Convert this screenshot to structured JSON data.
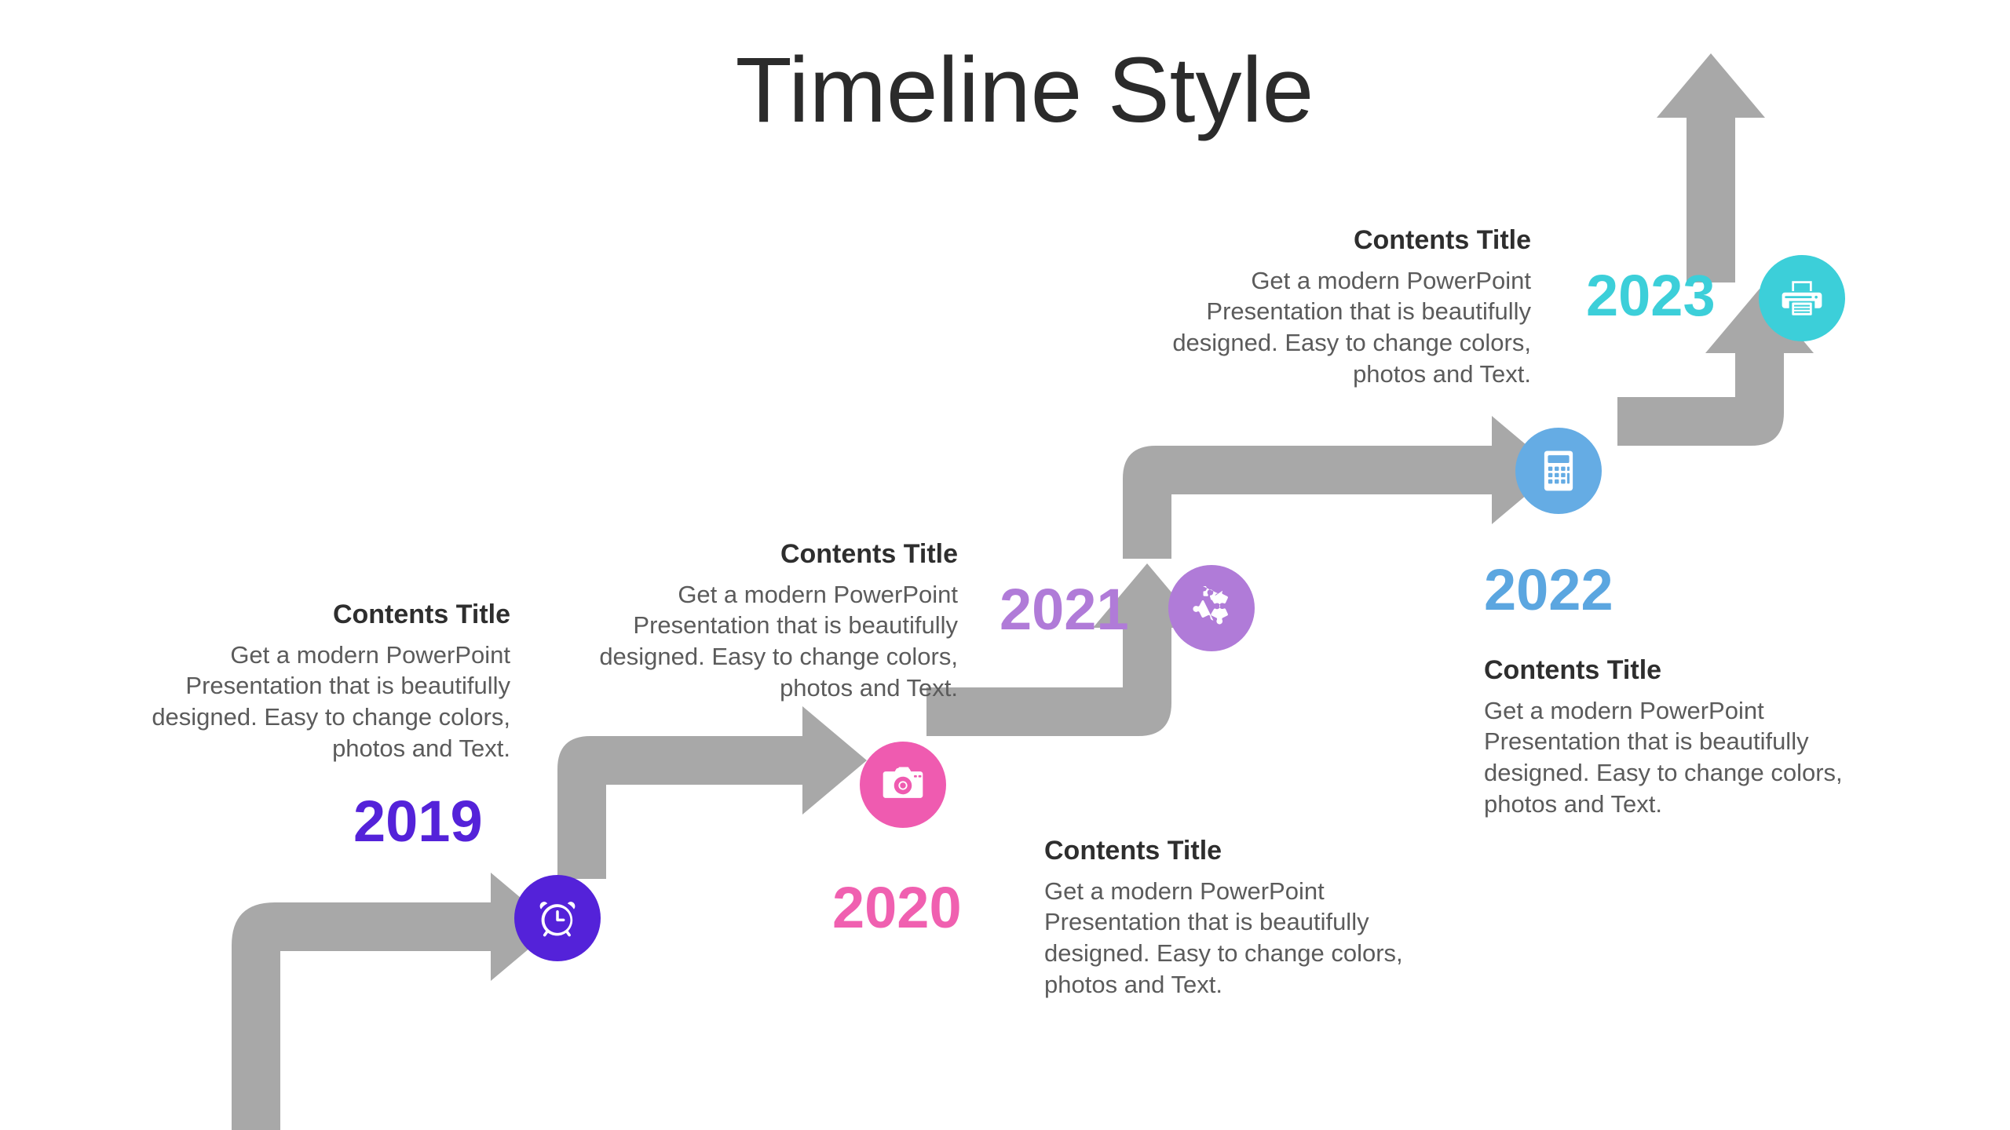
{
  "slide": {
    "title": "Timeline Style",
    "background_color": "#ffffff",
    "connector_color": "#a8a8a8"
  },
  "milestones": [
    {
      "year": "2019",
      "year_color": "#5422d9",
      "circle_color": "#5422d9",
      "icon": "alarm-clock-icon",
      "title": "Contents Title",
      "body": "Get a modern PowerPoint Presentation that is beautifully designed. Easy to change colors, photos and Text.",
      "align": "right"
    },
    {
      "year": "2020",
      "year_color": "#f060b0",
      "circle_color": "#ef5bb0",
      "icon": "camera-icon",
      "title": "Contents Title",
      "body": "Get a modern PowerPoint Presentation that is beautifully designed. Easy to change colors, photos and Text.",
      "align": "left"
    },
    {
      "year": "2021",
      "year_color": "#b07bd8",
      "circle_color": "#b07bd8",
      "icon": "puzzle-piece-icon",
      "title": "Contents Title",
      "body": "Get a modern PowerPoint Presentation that is beautifully designed. Easy to change colors, photos and Text.",
      "align": "right"
    },
    {
      "year": "2022",
      "year_color": "#5ba6e0",
      "circle_color": "#65ace4",
      "icon": "calculator-icon",
      "title": "Contents Title",
      "body": "Get a modern PowerPoint Presentation that is beautifully designed. Easy to change colors, photos and Text.",
      "align": "left"
    },
    {
      "year": "2023",
      "year_color": "#3ccfd9",
      "circle_color": "#3ccfd9",
      "icon": "printer-icon",
      "title": "Contents Title",
      "body": "Get a modern PowerPoint Presentation that is beautifully designed. Easy to change colors, photos and Text.",
      "align": "right"
    }
  ]
}
